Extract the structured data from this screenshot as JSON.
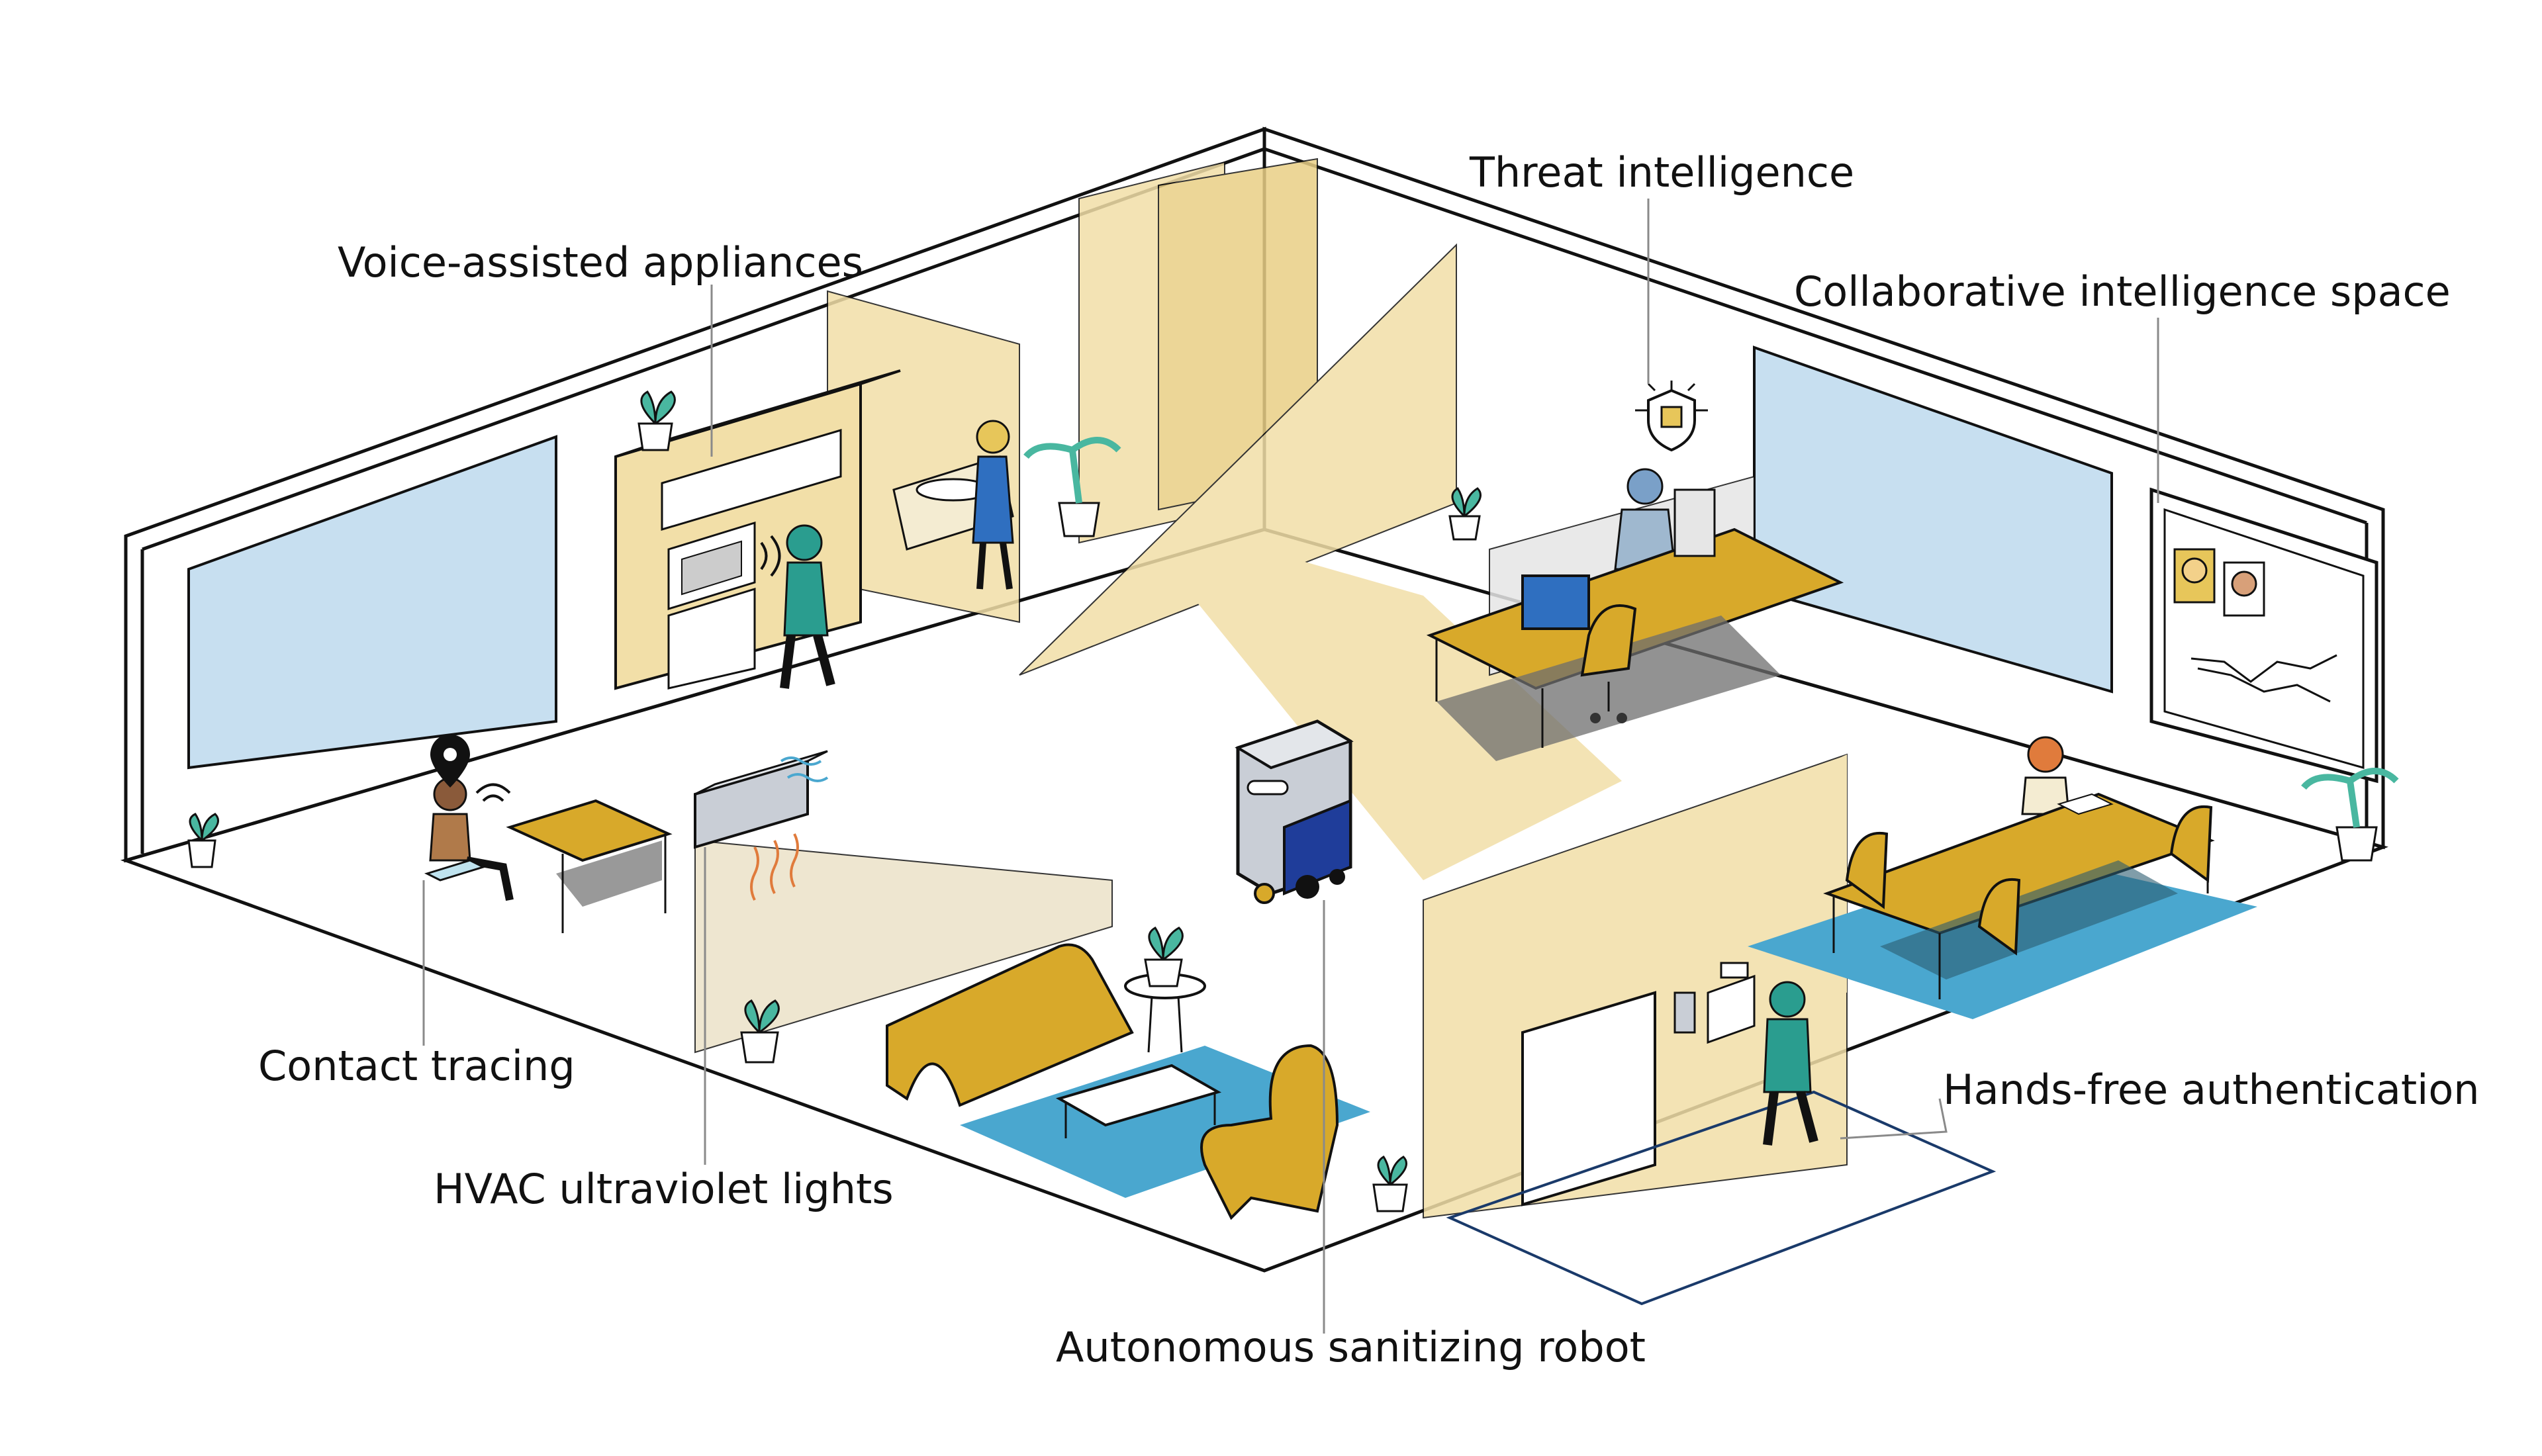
{
  "labels": {
    "voice": "Voice-assisted appliances",
    "threat": "Threat intelligence",
    "collab": "Collaborative intelligence space",
    "contact": "Contact tracing",
    "hvac": "HVAC ultraviolet lights",
    "robot": "Autonomous sanitizing robot",
    "hands_free": "Hands-free authentication"
  },
  "colors": {
    "wall_edge": "#111111",
    "window_fill": "#c7dff0",
    "partition_fill": "#f2dfa8",
    "furniture_gold": "#d8a92a",
    "rug_blue": "#4aa7cf",
    "robot_blue": "#1f3d9a",
    "robot_gray": "#c9ced6",
    "plant_green": "#49b7a0",
    "person_teal": "#2a9d8f",
    "shadow_gray": "#8c8c8c"
  },
  "icons": [
    "location-pin-icon",
    "wifi-signal-icon",
    "shield-chip-icon",
    "plant-icon",
    "heat-wave-icon"
  ]
}
